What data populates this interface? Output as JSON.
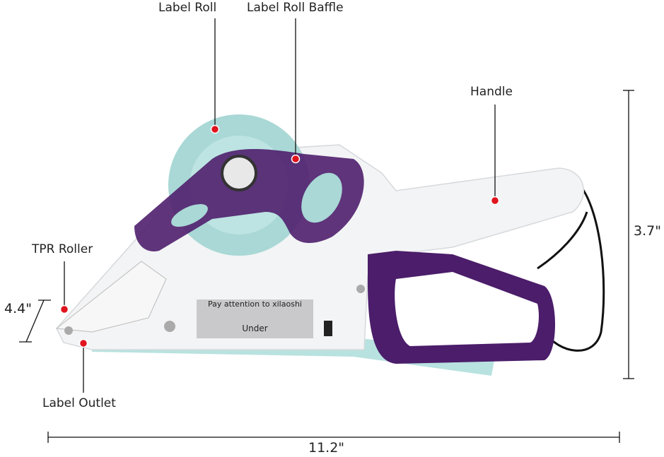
{
  "callouts": {
    "label_roll": "Label Roll",
    "label_roll_baffle": "Label Roll Baffle",
    "handle": "Handle",
    "tpr_roller": "TPR Roller",
    "label_outlet": "Label Outlet"
  },
  "dimensions": {
    "height": "3.7\"",
    "width": "11.2\"",
    "head": "4.4\""
  },
  "sticker": {
    "line1": "Pay attention to xilaoshi",
    "line2": "Under"
  },
  "colors": {
    "callout_dot": "#e0141e",
    "body": "#f4f5f6",
    "roll": "#a9d8d6",
    "purple": "#4f1f6e"
  }
}
